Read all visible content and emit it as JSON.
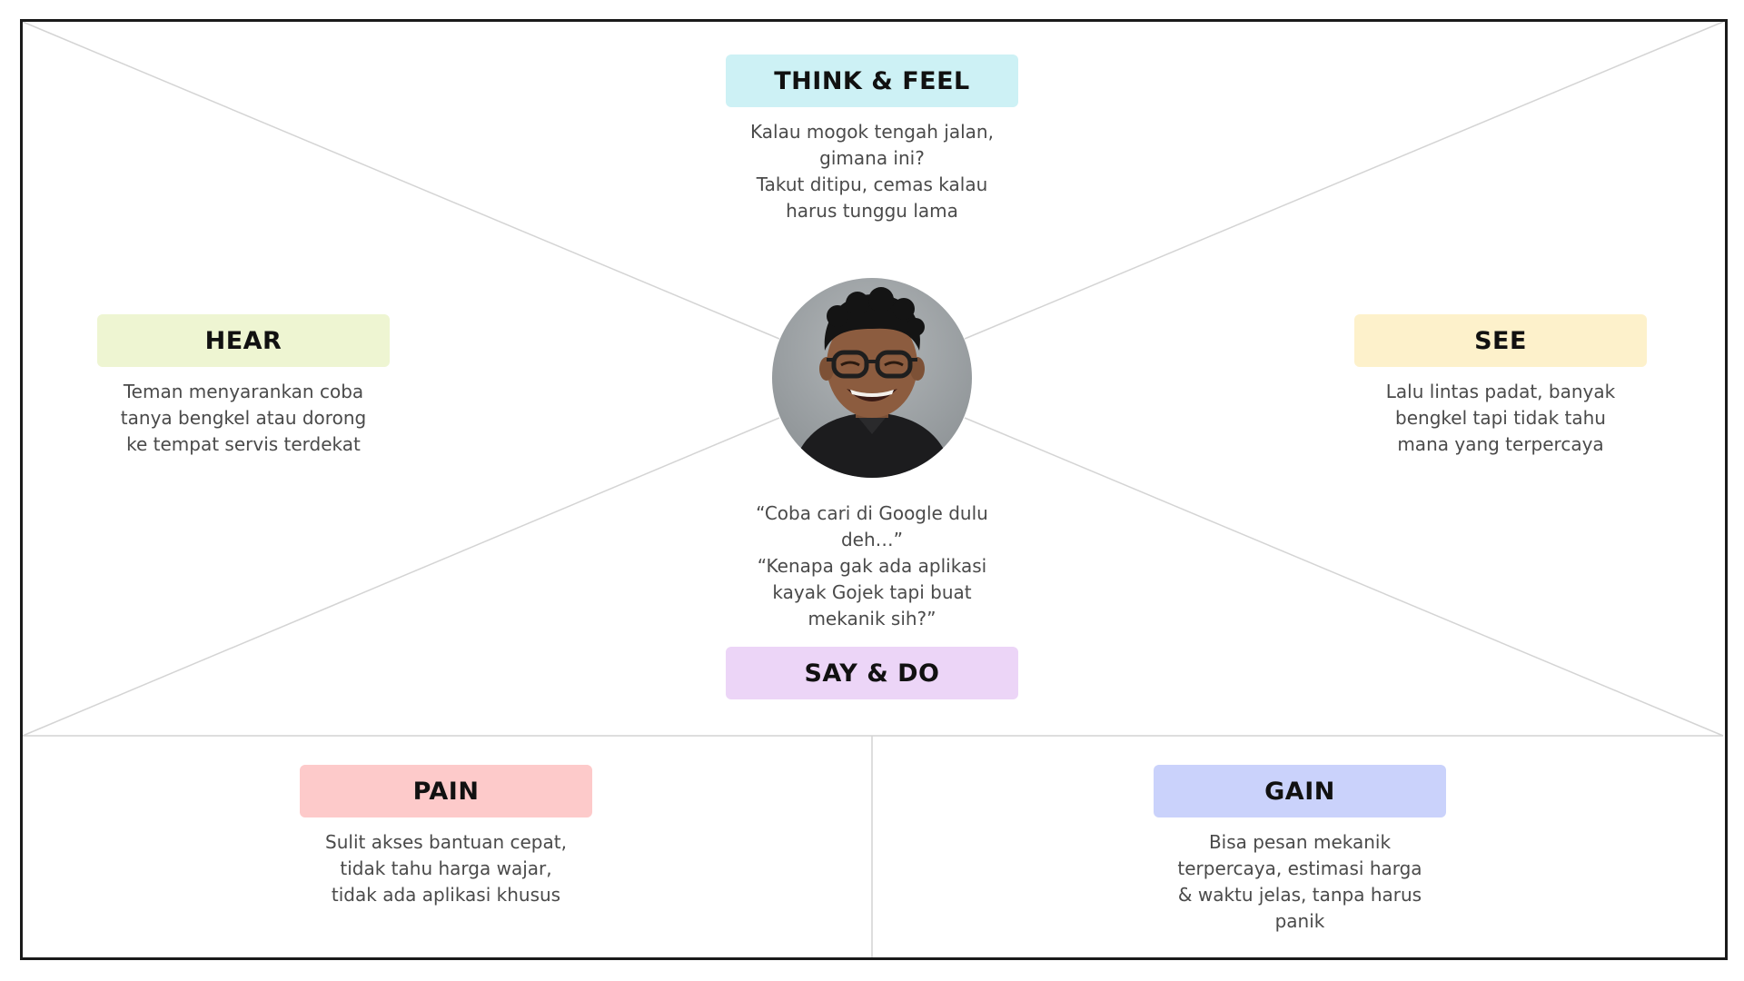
{
  "colors": {
    "think_feel": "#cdf1f5",
    "hear": "#eef5d2",
    "see": "#fdf1cb",
    "say_do": "#ecd5f7",
    "pain": "#fdcaca",
    "gain": "#cad2fb",
    "lines": "#d4d4d4",
    "frame": "#1a1a1a"
  },
  "sections": {
    "think_feel": {
      "title": "THINK & FEEL",
      "lines": [
        "Kalau mogok tengah jalan,",
        "gimana ini?",
        "Takut ditipu, cemas kalau",
        "harus tunggu lama"
      ]
    },
    "hear": {
      "title": "HEAR",
      "lines": [
        "Teman menyarankan coba",
        "tanya bengkel atau dorong",
        "ke tempat servis terdekat"
      ]
    },
    "see": {
      "title": "SEE",
      "lines": [
        "Lalu lintas padat, banyak",
        "bengkel tapi tidak tahu",
        "mana yang terpercaya"
      ]
    },
    "say_do": {
      "title": "SAY & DO",
      "lines": [
        "“Coba cari di Google dulu",
        "deh…”",
        "“Kenapa gak ada aplikasi",
        "kayak Gojek tapi buat",
        "mekanik sih?”"
      ]
    },
    "pain": {
      "title": "PAIN",
      "lines": [
        "Sulit akses bantuan cepat,",
        "tidak tahu harga wajar,",
        "tidak ada aplikasi khusus"
      ]
    },
    "gain": {
      "title": "GAIN",
      "lines": [
        "Bisa pesan mekanik",
        "terpercaya, estimasi harga",
        "& waktu jelas, tanpa harus",
        "panik"
      ]
    }
  },
  "avatar": {
    "icon": "person-photo-icon"
  }
}
